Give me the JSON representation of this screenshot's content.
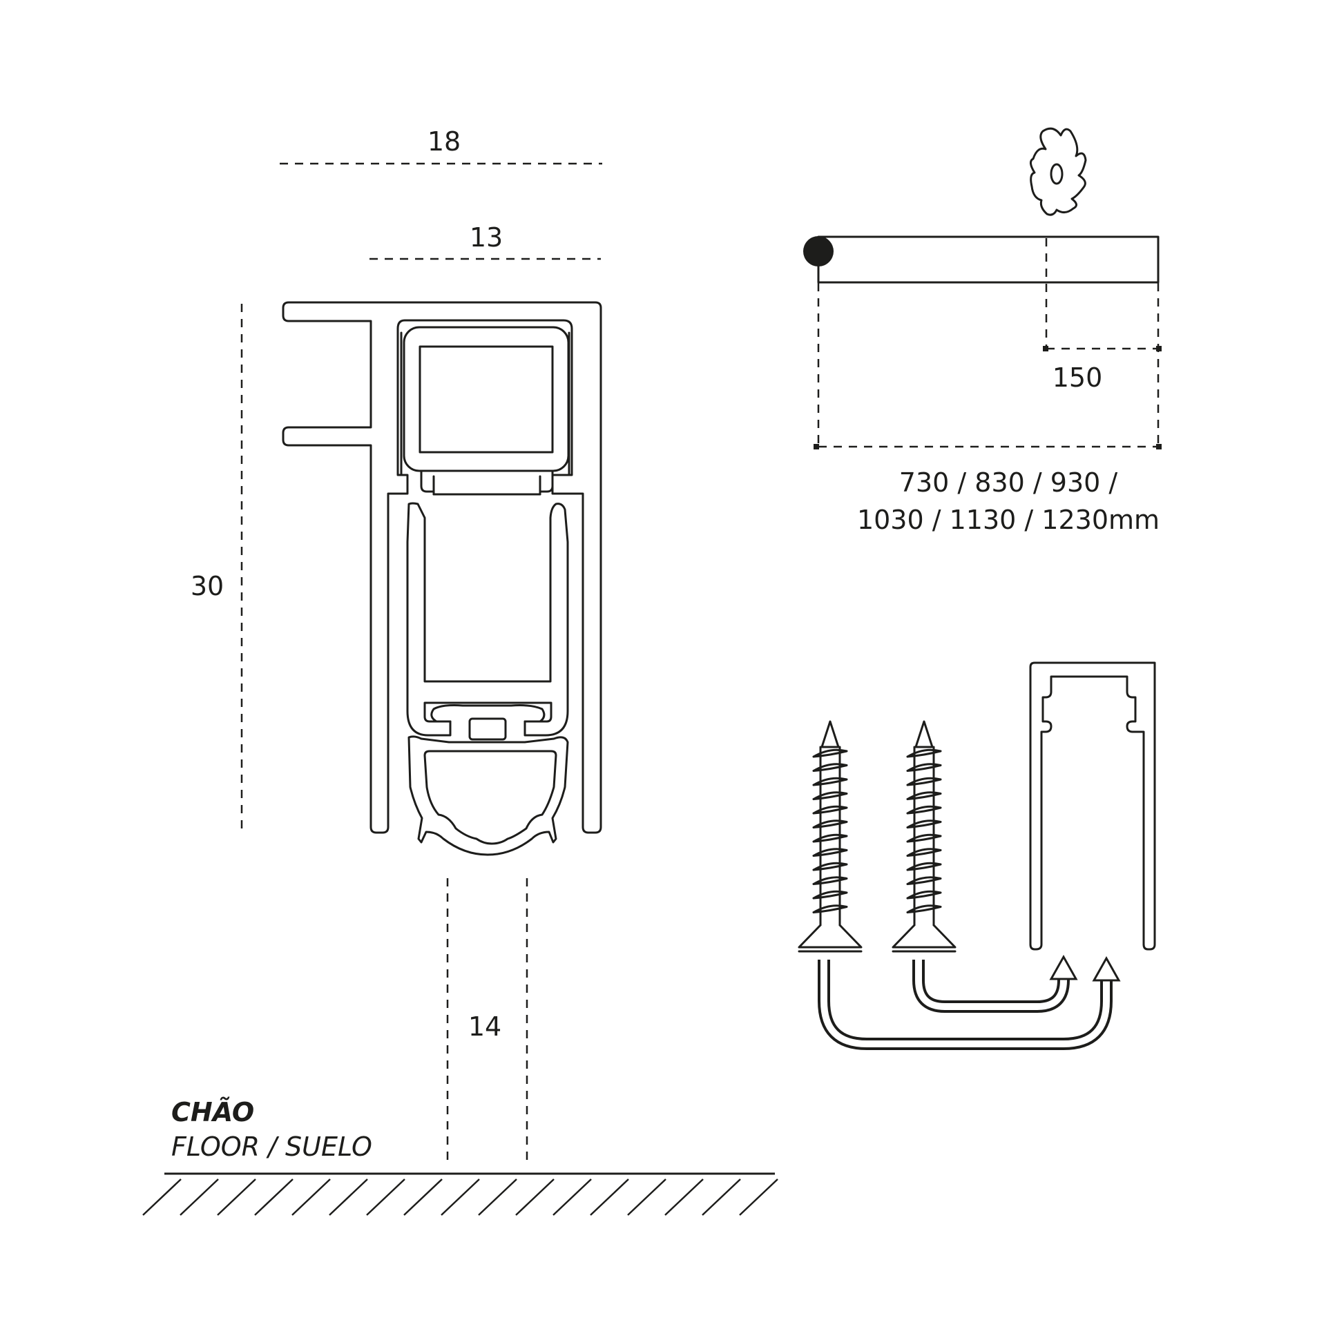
{
  "dimensions": {
    "width_outer": "18",
    "width_inner": "13",
    "height": "30",
    "seal_drop": "14",
    "cut_offset": "150",
    "lengths_line1": "730 / 830 / 930 /",
    "lengths_line2": "1030 / 1130 / 1230mm"
  },
  "floor": {
    "label_primary": "CHÃO",
    "label_secondary": "FLOOR / SUELO"
  },
  "icons": [
    "saw-blade-icon",
    "screw-icon",
    "mounting-bracket-icon",
    "curved-arrow-icon"
  ],
  "colors": {
    "ink": "#1d1d1b",
    "background": "#ffffff"
  }
}
